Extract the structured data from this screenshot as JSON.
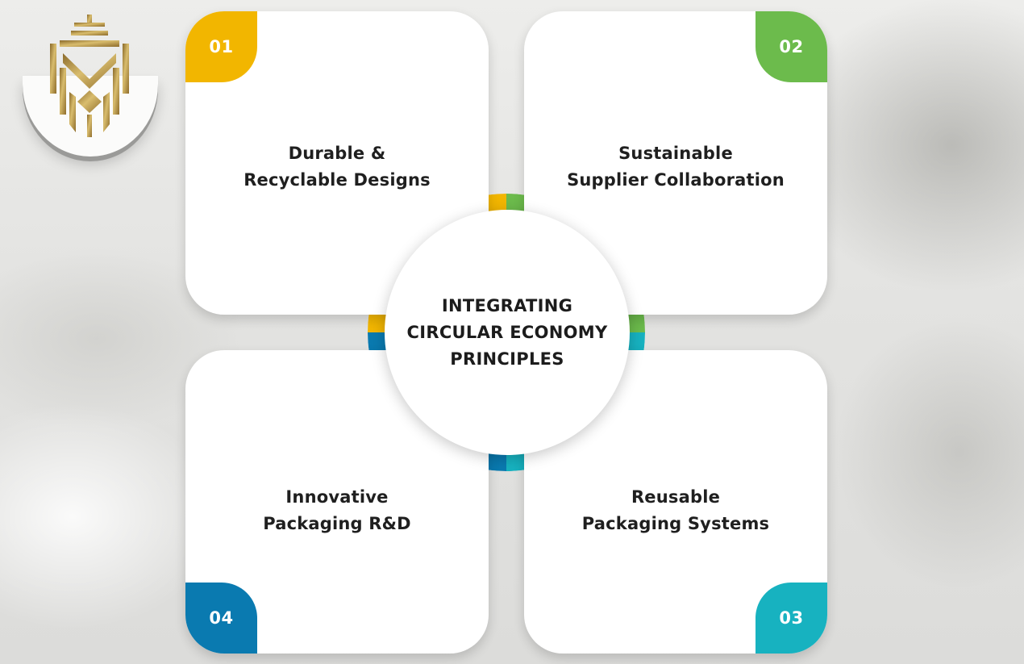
{
  "colors": {
    "yellow": "#f2b600",
    "green": "#6cbb4c",
    "teal": "#17b2c0",
    "blue": "#0a7ab0",
    "gold": "#b8953f"
  },
  "logo": {
    "icon": "crown-shield-logo-icon"
  },
  "hub": {
    "title_lines": [
      "INTEGRATING",
      "CIRCULAR ECONOMY",
      "PRINCIPLES"
    ]
  },
  "cards": [
    {
      "number": "01",
      "title_lines": [
        "Durable &",
        "Recyclable Designs"
      ]
    },
    {
      "number": "02",
      "title_lines": [
        "Sustainable",
        "Supplier Collaboration"
      ]
    },
    {
      "number": "03",
      "title_lines": [
        "Reusable",
        "Packaging Systems"
      ]
    },
    {
      "number": "04",
      "title_lines": [
        "Innovative",
        "Packaging R&D"
      ]
    }
  ]
}
